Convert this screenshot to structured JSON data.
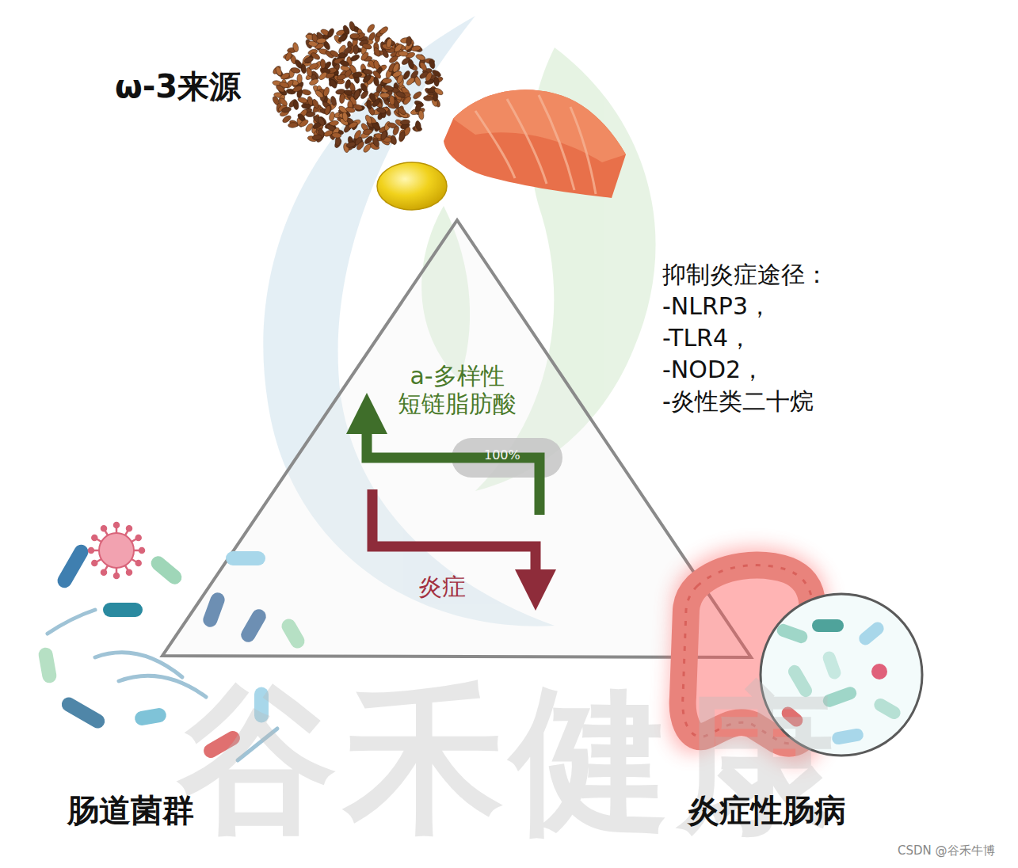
{
  "diagram": {
    "labels": [
      "ω-3来源",
      "a-多样性 短链脂肪酸",
      "100%",
      "炎症",
      "抑制炎症途径：",
      "-NLRP3，",
      "-TLR4，",
      "-NOD2，",
      "-炎性类二十烷",
      "肠道菌群",
      "炎症性肠病",
      "谷禾健康",
      "CSDN @谷禾牛博"
    ]
  }
}
